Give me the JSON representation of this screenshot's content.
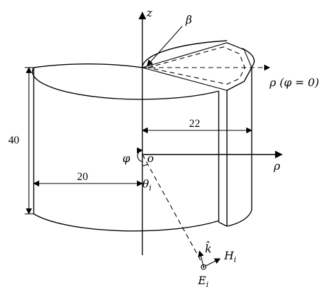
{
  "labels": {
    "z_axis": "z",
    "beta": "β",
    "rho_top": "ρ (φ = 0)",
    "rho_mid": "ρ",
    "phi": "φ",
    "origin": "o",
    "theta": "θ",
    "theta_sub": "i",
    "k_hat": "k̂",
    "h_field": "H",
    "h_sub": "i",
    "e_field": "E",
    "e_sub": "i"
  },
  "dimensions": {
    "height": "40",
    "outer_radius": "22",
    "inner_radius": "20"
  }
}
